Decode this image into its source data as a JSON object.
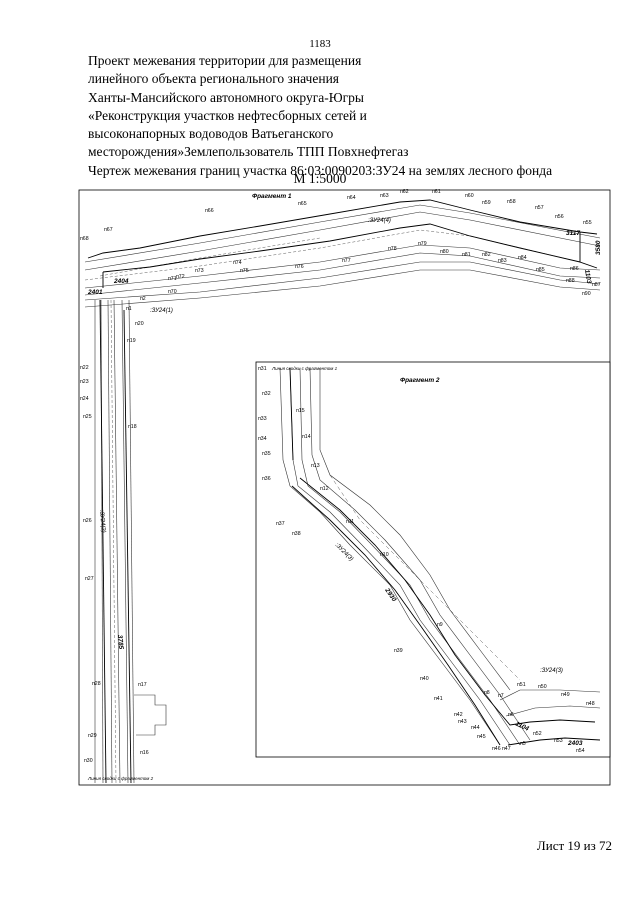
{
  "page_number": "1183",
  "title_lines": [
    "Проект межевания территории для размещения",
    "линейного объекта регионального значения",
    "Ханты-Мансийского автономного округа-Югры",
    "«Реконструкция участков нефтесборных сетей и",
    "высоконапорных водоводов Ватьеганского",
    "месторождения»Землепользователь ТПП Повхнефтегаз",
    "Чертеж межевания границ участка 86:03:0090203:ЗУ24 на землях лесного фонда"
  ],
  "scale": "М 1:5000",
  "footer": "Лист 19 из 72",
  "map": {
    "fragment1_label": "Фрагмент 1",
    "fragment2_label": "Фрагмент 2",
    "link_label_1": "Линия сводки с фрагментом 1",
    "link_label_2": "Линия сводки с фрагментом 2",
    "parcel_labels": [
      "2401",
      "2404",
      "3117",
      "3580",
      "1103",
      "3785",
      "2930",
      "1104",
      "2403"
    ],
    "zu_labels": [
      ":ЗУ24(4)",
      ":ЗУ24(1)",
      ":ЗУ24(2)",
      ":ЗУ24(3)",
      ":ЗУ24(3)"
    ],
    "point_labels_f1": [
      "п67",
      "п68",
      "п66",
      "п65",
      "п64",
      "п63",
      "п62",
      "п61",
      "п60",
      "п59",
      "п58",
      "п57",
      "п56",
      "п55",
      "п75",
      "п76",
      "п77",
      "п78",
      "п79",
      "п80",
      "п81",
      "п82",
      "п83",
      "п84",
      "п85",
      "п86",
      "п87",
      "п88",
      "п90",
      "п73",
      "п74",
      "п70",
      "п71",
      "п72",
      "п1",
      "п2",
      "п20",
      "п19",
      "п22",
      "п23",
      "п24",
      "п25",
      "п18",
      "п26",
      "п27",
      "п28",
      "п17",
      "п29",
      "п30",
      "п16"
    ],
    "point_labels_f2": [
      "п31",
      "п32",
      "п33",
      "п34",
      "п35",
      "п36",
      "п37",
      "п38",
      "п15",
      "п14",
      "п13",
      "п12",
      "п11",
      "п10",
      "п9",
      "п39",
      "п40",
      "п41",
      "п42",
      "п43",
      "п44",
      "п45",
      "п46",
      "п47",
      "п6",
      "п7",
      "п8",
      "п5",
      "п51",
      "п50",
      "п49",
      "п48",
      "п52",
      "п53",
      "п54"
    ]
  }
}
